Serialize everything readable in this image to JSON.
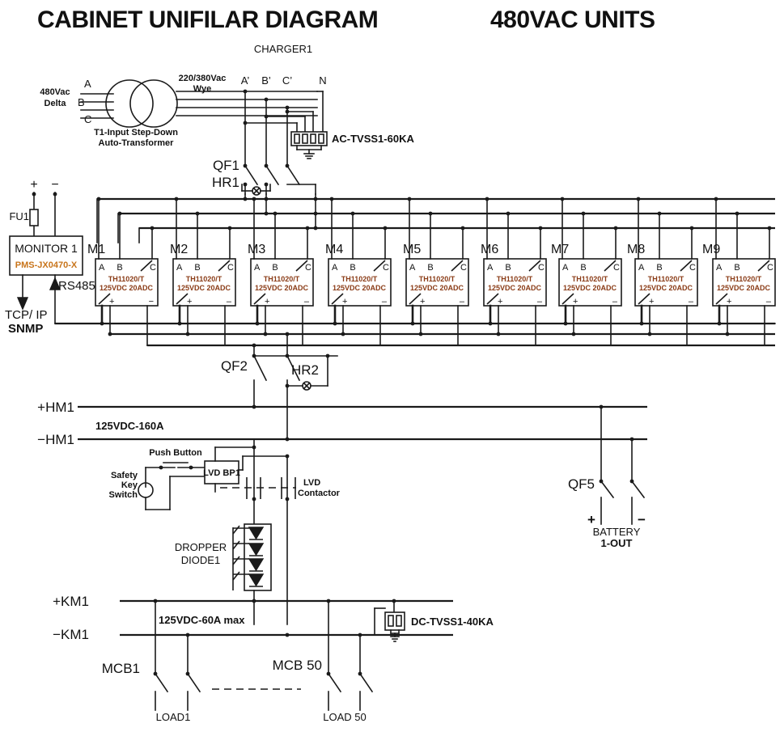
{
  "title": "CABINET UNIFILAR DIAGRAM  480VAC UNITS",
  "title_part1": "CABINET UNIFILAR DIAGRAM",
  "title_part2": "480VAC UNITS",
  "charger": {
    "label": "CHARGER1"
  },
  "input": {
    "source_label_line1": "480Vac",
    "source_label_line2": "Delta",
    "phase_a": "A",
    "phase_b": "B",
    "phase_c": "C",
    "transformer_line1": "T1-Input Step-Down",
    "transformer_line2": "Auto-Transformer",
    "output_label_line1": "220/380Vac",
    "output_label_line2": "Wye",
    "out_a": "A’",
    "out_b": "B’",
    "out_c": "C’",
    "neutral": "N",
    "ac_tvss": "AC-TVSS1-60KA"
  },
  "breakers": {
    "qf1": "QF1",
    "hr1": "HR1",
    "qf2": "QF2",
    "hr2": "HR2",
    "qf5": "QF5"
  },
  "monitor": {
    "name": "MONITOR 1",
    "model": "PMS-JX0470-X",
    "fuse": "FU1",
    "plus": "+",
    "minus": "−",
    "rs485": "RS485",
    "out_line1": "TCP/ IP",
    "out_line2": "SNMP"
  },
  "modules": {
    "type": "TH11020/T",
    "rating": "125VDC 20ADC",
    "pin_a": "A",
    "pin_b": "B",
    "pin_c": "C",
    "pin_plus": "+",
    "pin_minus": "−",
    "items": [
      {
        "label": "M1"
      },
      {
        "label": "M2"
      },
      {
        "label": "M3"
      },
      {
        "label": "M4"
      },
      {
        "label": "M5"
      },
      {
        "label": "M6"
      },
      {
        "label": "M7"
      },
      {
        "label": "M8"
      },
      {
        "label": "M9"
      }
    ]
  },
  "hm_bus": {
    "positive": "+HM1",
    "negative": "−HM1",
    "rating": "125VDC-160A"
  },
  "lvd": {
    "push_button": "Push Button",
    "safety_key_line1": "Safety",
    "safety_key_line2": "Key",
    "safety_key_line3": "Switch",
    "bp_box": "LVD BP1",
    "contactor_line1": "LVD",
    "contactor_line2": "Contactor",
    "dropper_line1": "DROPPER",
    "dropper_line2": "DIODE1"
  },
  "battery": {
    "plus": "+",
    "minus": "−",
    "line1": "BATTERY",
    "line2": "1-OUT"
  },
  "km_bus": {
    "positive": "+KM1",
    "negative": "−KM1",
    "rating": "125VDC-60A max",
    "dc_tvss": "DC-TVSS1-40KA"
  },
  "loads": {
    "mcb_first": "MCB1",
    "mcb_last": "MCB 50",
    "load_first": "LOAD1",
    "load_last": "LOAD 50"
  },
  "colors": {
    "ink": "#1a1a1a",
    "blue": "#16355c",
    "orange": "#c8741a",
    "module_text": "#8a3b16"
  }
}
